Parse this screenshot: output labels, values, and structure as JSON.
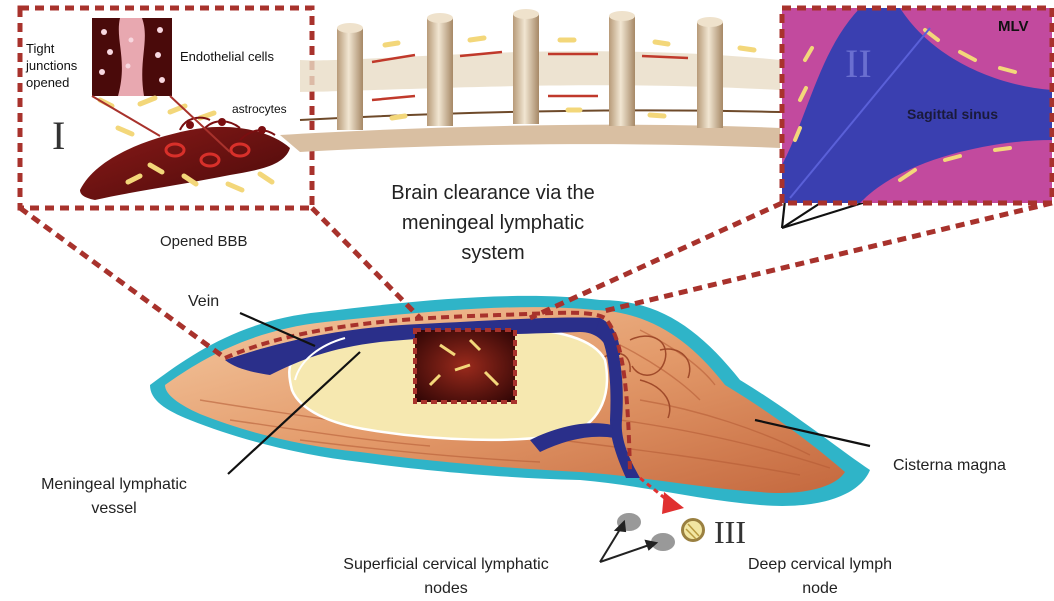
{
  "panel_I": {
    "numeral": "I",
    "tight_junctions": [
      "Tight",
      "junctions",
      "opened"
    ],
    "endothelial": "Endothelial cells",
    "astrocytes": "astrocytes",
    "caption": "Opened BBB"
  },
  "panel_II": {
    "numeral": "II",
    "mlv": "MLV",
    "sinus": "Sagittal sinus"
  },
  "title": [
    "Brain clearance via the",
    "meningeal lymphatic",
    "system"
  ],
  "labels": {
    "vein": "Vein",
    "mlv_vessel": [
      "Meningeal lymphatic",
      "vessel"
    ],
    "cisterna": "Cisterna magna",
    "superficial": [
      "Superficial cervical lymphatic",
      "nodes"
    ],
    "deep": [
      "Deep cervical lymph",
      "node"
    ],
    "numeral_III": "III"
  },
  "colors": {
    "dashed_frame": "#a8322c",
    "cyan_outline": "#2fb4c8",
    "vessel_blue": "#2a2f8a",
    "sinus_blue": "#3a3fb0",
    "magenta": "#c24a9e",
    "red_arrow": "#e03030"
  }
}
